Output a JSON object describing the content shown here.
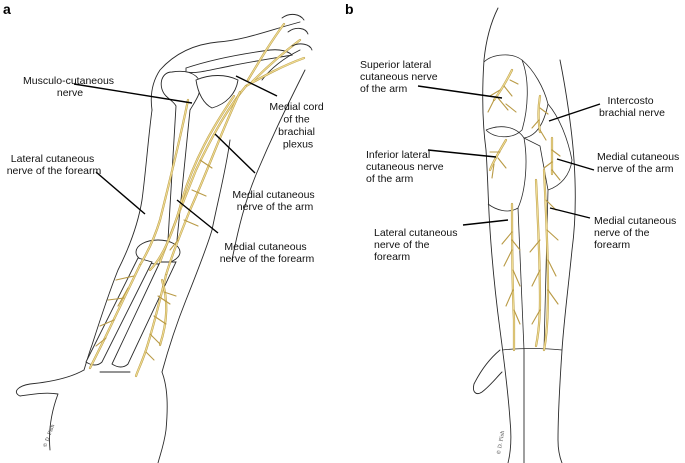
{
  "panels": [
    {
      "letter": "a",
      "labels": [
        {
          "lines": [
            "Musculo-cutaneous",
            "nerve"
          ]
        },
        {
          "lines": [
            "Medial cord",
            "of the",
            "brachial",
            "plexus"
          ]
        },
        {
          "lines": [
            "Lateral cutaneous",
            "nerve of the forearm"
          ]
        },
        {
          "lines": [
            "Medial cutaneous",
            "nerve of the arm"
          ]
        },
        {
          "lines": [
            "Medial cutaneous",
            "nerve of the forearm"
          ]
        }
      ],
      "signature": "© D. Fish"
    },
    {
      "letter": "b",
      "labels": [
        {
          "lines": [
            "Superior lateral",
            "cutaneous nerve",
            "of the arm"
          ]
        },
        {
          "lines": [
            "Intercosto",
            "brachial nerve"
          ]
        },
        {
          "lines": [
            "Inferior lateral",
            "cutaneous nerve",
            "of the arm"
          ]
        },
        {
          "lines": [
            "Medial cutaneous",
            "nerve of the arm"
          ]
        },
        {
          "lines": [
            "Lateral cutaneous",
            "nerve of the",
            "forearm"
          ]
        },
        {
          "lines": [
            "Medial cutaneous",
            "nerve of the",
            "forearm"
          ]
        }
      ],
      "signature": "© D. Fish"
    }
  ],
  "colors": {
    "nerve": "#b99a45",
    "nerve_highlight": "#efdc93",
    "outline": "#2a2a2a"
  }
}
